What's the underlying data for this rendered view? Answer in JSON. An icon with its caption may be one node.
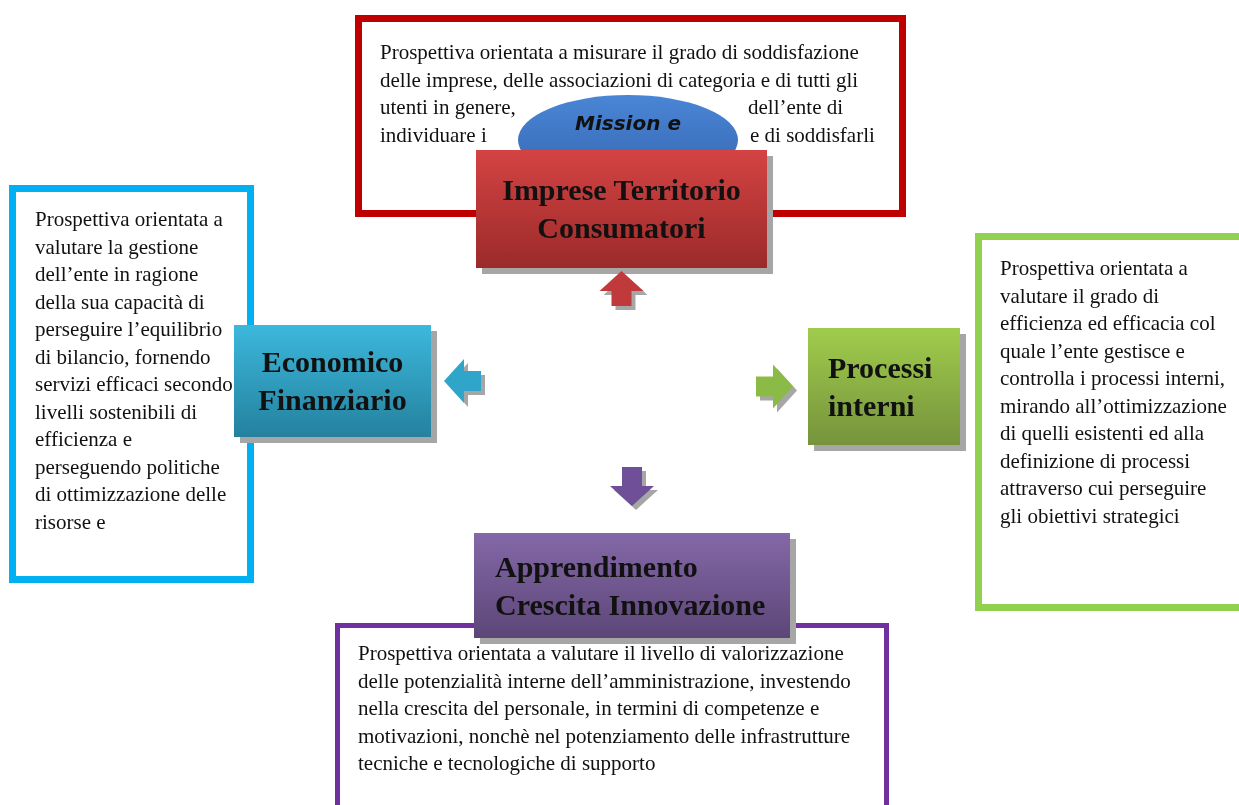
{
  "diagram": {
    "nodes": [
      {
        "text": [
          "Prospettiva orientata a misurare il grado di soddisfazione delle imprese, delle associazioni di categoria e di tutti gli utenti in genere,",
          "dell’ente di",
          "individuare i",
          "e di soddisfarli"
        ]
      },
      {
        "text": [
          "Mission e"
        ],
        "in": 0
      },
      {
        "text": [
          "Imprese Territorio Consumatori"
        ]
      },
      {
        "text": [
          "Prospettiva orientata a valutare la gestione dell’ente in ragione della sua capacità di perseguire l’equilibrio di bilancio, fornendo servizi efficaci secondo livelli sostenibili di efficienza e perseguendo politiche di ottimizzazione delle risorse e"
        ]
      },
      {
        "text": [
          "Economico Finanziario"
        ]
      },
      {
        "text": [
          "Processi interni"
        ]
      },
      {
        "text": [
          "Prospettiva orientata a valutare il grado di efficienza ed efficacia col quale l’ente gestisce e controlla i processi interni, mirando all’ottimizzazione di quelli esistenti ed alla definizione di processi attraverso cui perseguire gli obiettivi  strategici"
        ]
      },
      {
        "text": [
          "Apprendimento Crescita Innovazione"
        ]
      },
      {
        "text": [
          "Prospettiva orientata a valutare il livello di valorizzazione delle potenzialità interne dell’amministrazione, investendo nella crescita del personale, in termini di competenze e motivazioni, nonchè nel potenziamento delle infrastrutture tecniche e tecnologiche di supporto"
        ]
      }
    ],
    "edges": [
      {
        "from": null,
        "to": 2,
        "arrow": "to",
        "color": "#c0393b"
      },
      {
        "from": null,
        "to": 4,
        "arrow": "to",
        "color": "#2fa6c9"
      },
      {
        "from": null,
        "to": 5,
        "arrow": "to",
        "color": "#8cba47"
      },
      {
        "from": null,
        "to": 7,
        "arrow": "to",
        "color": "#6e4f98"
      }
    ]
  }
}
